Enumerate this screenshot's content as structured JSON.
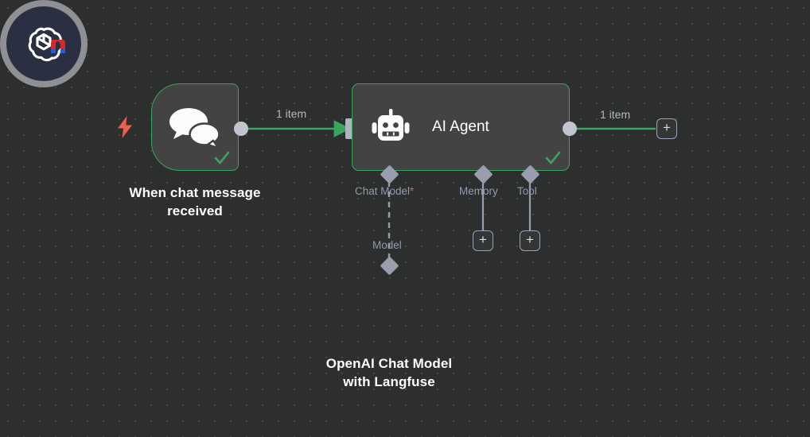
{
  "canvas": {
    "background_color": "#2d2e2e",
    "grid": "dot-grid",
    "accent_green": "#3aa55d",
    "connector_gray": "#c2c5ce",
    "sub_label_color": "#9499ad",
    "required_marker_color": "#e8604f"
  },
  "nodes": {
    "trigger": {
      "label": "When chat message received",
      "icon": "chat-bubbles-icon",
      "trigger_icon": "lightning-bolt-icon",
      "status": "success",
      "status_icon": "check-icon"
    },
    "agent": {
      "label": "AI Agent",
      "icon": "robot-icon",
      "status": "success",
      "status_icon": "check-icon",
      "inputs": [
        {
          "name": "Chat Model",
          "required": true,
          "required_marker": "*"
        },
        {
          "name": "Memory",
          "required": false,
          "required_marker": ""
        },
        {
          "name": "Tool",
          "required": false,
          "required_marker": ""
        }
      ]
    },
    "model": {
      "label": "OpenAI Chat Model with Langfuse",
      "label_line1": "OpenAI Chat Model",
      "label_line2": "with Langfuse",
      "icon": "openai-logo-icon",
      "overlay_icon": "langfuse-magnet-icon",
      "connection_label": "Model"
    }
  },
  "edges": {
    "trigger_to_agent_label": "1 item",
    "agent_output_label": "1 item"
  },
  "buttons": {
    "add_after_agent": "+",
    "add_memory": "+",
    "add_tool": "+"
  }
}
